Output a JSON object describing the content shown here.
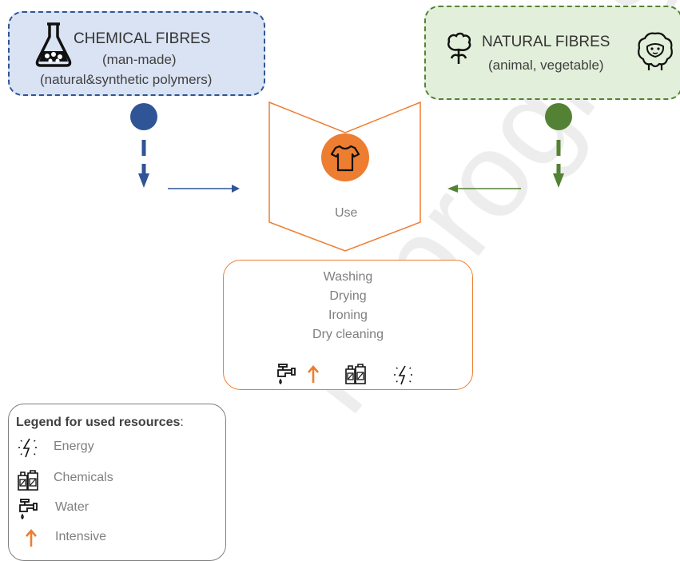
{
  "chemical": {
    "title": "CHEMICAL FIBRES",
    "line1": "(man-made)",
    "line2": "(natural&synthetic polymers)",
    "icon": "flask-icon",
    "color": "#2f5597",
    "fill": "#dae3f3"
  },
  "natural": {
    "title": "NATURAL FIBRES",
    "line1": "(animal, vegetable)",
    "icons": [
      "cotton-plant-icon",
      "sheep-icon"
    ],
    "color": "#548235",
    "fill": "#e2efda"
  },
  "use": {
    "label": "Use",
    "icon": "tshirt-icon",
    "color": "#ed7d31"
  },
  "usage": {
    "items": [
      "Washing",
      "Drying",
      "Ironing",
      "Dry cleaning"
    ],
    "icons": [
      "water-tap-icon",
      "intensive-arrow-icon",
      "chemicals-icon",
      "energy-icon"
    ]
  },
  "legend": {
    "title": "Legend for used resources",
    "title_suffix": ":",
    "entries": [
      {
        "icon": "energy-icon",
        "label": "Energy"
      },
      {
        "icon": "chemicals-icon",
        "label": "Chemicals"
      },
      {
        "icon": "water-tap-icon",
        "label": "Water"
      },
      {
        "icon": "intensive-arrow-icon",
        "label": "Intensive"
      }
    ]
  },
  "watermark": "in progress"
}
